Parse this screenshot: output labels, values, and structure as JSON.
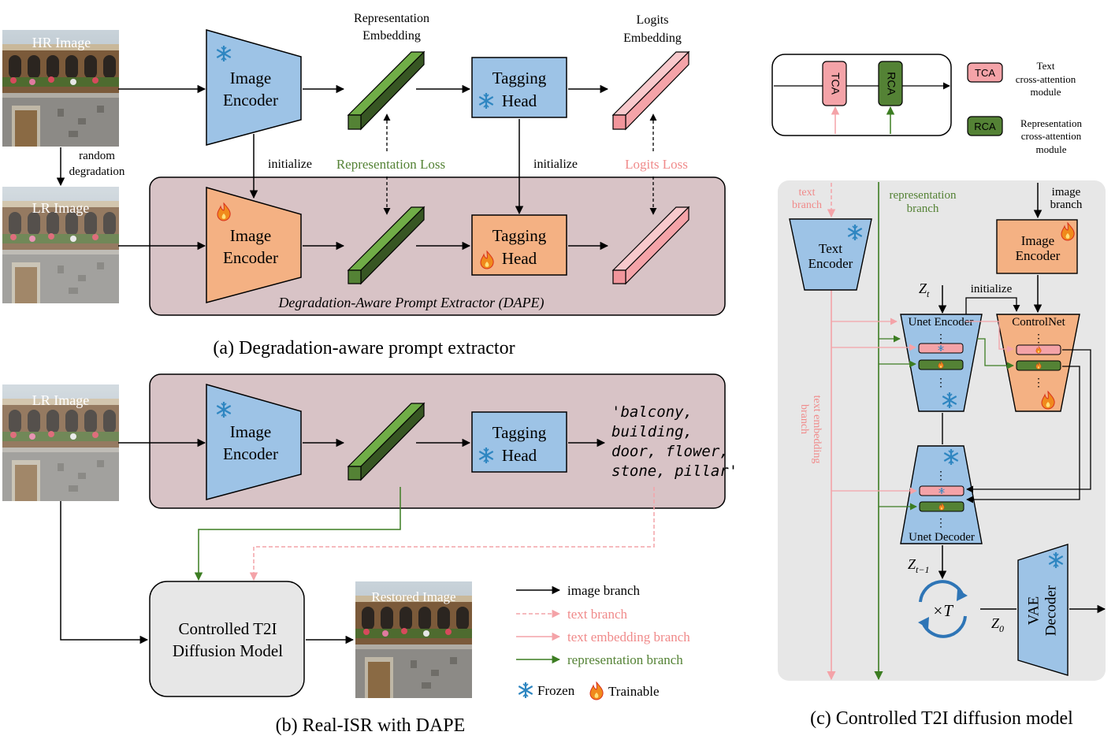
{
  "panel_a": {
    "caption": "(a) Degradation-aware prompt extractor",
    "hr_image_label": "HR Image",
    "lr_image_label": "LR Image",
    "random_degradation_1": "random",
    "random_degradation_2": "degradation",
    "image_encoder_1": "Image",
    "image_encoder_2": "Encoder",
    "representation_embedding_1": "Representation",
    "representation_embedding_2": "Embedding",
    "logits_embedding_1": "Logits",
    "logits_embedding_2": "Embedding",
    "tagging_1": "Tagging",
    "tagging_2": "Head",
    "initialize": "initialize",
    "representation_loss": "Representation Loss",
    "logits_loss": "Logits Loss",
    "dape_title": "Degradation-Aware Prompt Extractor (DAPE)"
  },
  "panel_b": {
    "caption": "(b) Real-ISR with DAPE",
    "lr_image_label": "LR Image",
    "image_encoder_1": "Image",
    "image_encoder_2": "Encoder",
    "tagging_1": "Tagging",
    "tagging_2": "Head",
    "tags": [
      "'balcony,",
      "building,",
      "door, flower,",
      "stone, pillar'"
    ],
    "diffusion_1": "Controlled T2I",
    "diffusion_2": "Diffusion Model",
    "restored_image_label": "Restored Image"
  },
  "legend": {
    "image_branch": "image branch",
    "text_branch": "text branch",
    "text_embedding_branch": "text embedding branch",
    "representation_branch": "representation branch",
    "frozen": "Frozen",
    "trainable": "Trainable"
  },
  "module_legend": {
    "tca": "TCA",
    "rca": "RCA",
    "tca_desc": [
      "Text",
      "cross-attention",
      "module"
    ],
    "rca_desc": [
      "Representation",
      "cross-attention",
      "module"
    ]
  },
  "panel_c": {
    "caption": "(c) Controlled T2I diffusion model",
    "text_branch_1": "text",
    "text_branch_2": "branch",
    "representation_branch_1": "representation",
    "representation_branch_2": "branch",
    "image_branch_1": "image",
    "image_branch_2": "branch",
    "text_encoder_1": "Text",
    "text_encoder_2": "Encoder",
    "image_encoder_1": "Image",
    "image_encoder_2": "Encoder",
    "text_embedding_branch_1": "text embedding",
    "text_embedding_branch_2": "branch",
    "zt": "Z",
    "zt_sub": "t",
    "initialize": "initialize",
    "unet_encoder": "Unet Encoder",
    "controlnet": "ControlNet",
    "unet_decoder": "Unet Decoder",
    "zt1": "Z",
    "zt1_sub": "t−1",
    "times_t": "×T",
    "z0": "Z",
    "z0_sub": "0",
    "vae_1": "VAE",
    "vae_2": "Decoder"
  },
  "colors": {
    "blue": "#9dc3e6",
    "orange": "#f4b183",
    "green": "#548235",
    "pink": "#f4a3a8",
    "dape_bg": "#d8c3c6",
    "gray_bg": "#e7e7e7",
    "text_green": "#548235",
    "text_pink": "#f08a8a"
  }
}
